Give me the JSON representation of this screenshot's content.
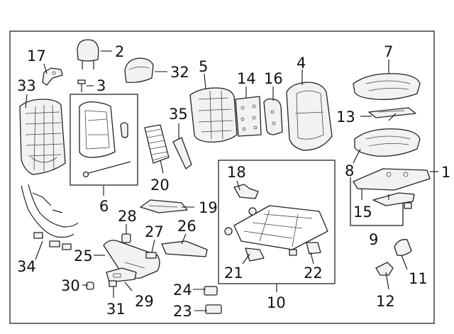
{
  "diagram": {
    "callouts": {
      "c1": "1",
      "c2": "2",
      "c3": "3",
      "c4": "4",
      "c5": "5",
      "c6": "6",
      "c7": "7",
      "c8": "8",
      "c9": "9",
      "c10": "10",
      "c11": "11",
      "c12": "12",
      "c13": "13",
      "c14": "14",
      "c15": "15",
      "c16": "16",
      "c17": "17",
      "c18": "18",
      "c19": "19",
      "c20": "20",
      "c21": "21",
      "c22": "22",
      "c23": "23",
      "c24": "24",
      "c25": "25",
      "c26": "26",
      "c27": "27",
      "c28": "28",
      "c29": "29",
      "c30": "30",
      "c31": "31",
      "c32": "32",
      "c33": "33",
      "c34": "34",
      "c35": "35"
    }
  }
}
